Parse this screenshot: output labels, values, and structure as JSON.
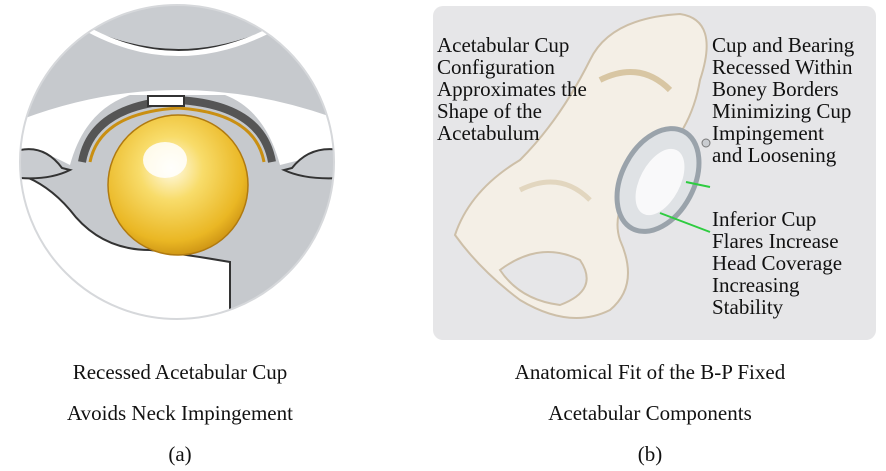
{
  "panel_a": {
    "caption_lines": [
      "Recessed Acetabular Cup",
      "Avoids Neck Impingement"
    ],
    "label": "(a)"
  },
  "panel_b": {
    "caption_lines": [
      "Anatomical Fit of the B-P Fixed",
      "Acetabular Components"
    ],
    "label": "(b)",
    "annotations": [
      {
        "lines": [
          "Acetabular Cup",
          "Configuration",
          "Approximates the",
          "Shape of the",
          "Acetabulum"
        ]
      },
      {
        "lines": [
          "Cup and Bearing",
          "Recessed Within",
          "Boney Borders",
          "Minimizing Cup",
          "Impingement",
          "and Loosening"
        ]
      },
      {
        "lines": [
          "Inferior Cup",
          "Flares Increase",
          "Head Coverage",
          "Increasing",
          "Stability"
        ]
      }
    ]
  },
  "colors": {
    "gray_bone": "#c6c9cd",
    "ball_yellow": "#f2c12e",
    "leader_green": "#2ecc40",
    "panel_bg": "#e6e6e8"
  }
}
